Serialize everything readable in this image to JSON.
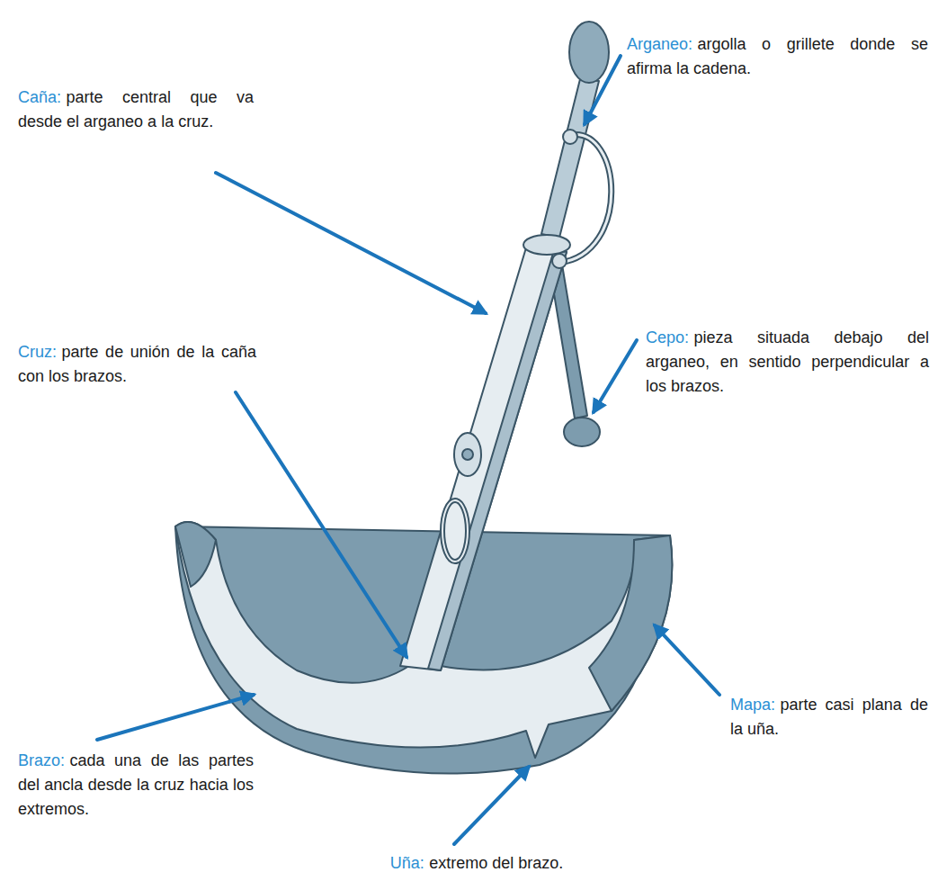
{
  "diagram": {
    "labels": [
      "Arganeo:",
      "argolla o grillete donde se afirma la cadena.",
      "Caña:",
      "parte central que va desde el arganeo a la cruz.",
      "Cruz:",
      "parte de unión de la caña con los brazos.",
      "Cepo:",
      "pieza situada debajo del arganeo, en sentido perpendicular a los brazos.",
      "Brazo:",
      "cada una de las partes del ancla desde la cruz hacia los extremos.",
      "Mapa:",
      "parte casi plana de la uña.",
      "Uña:",
      "extremo del brazo."
    ]
  }
}
